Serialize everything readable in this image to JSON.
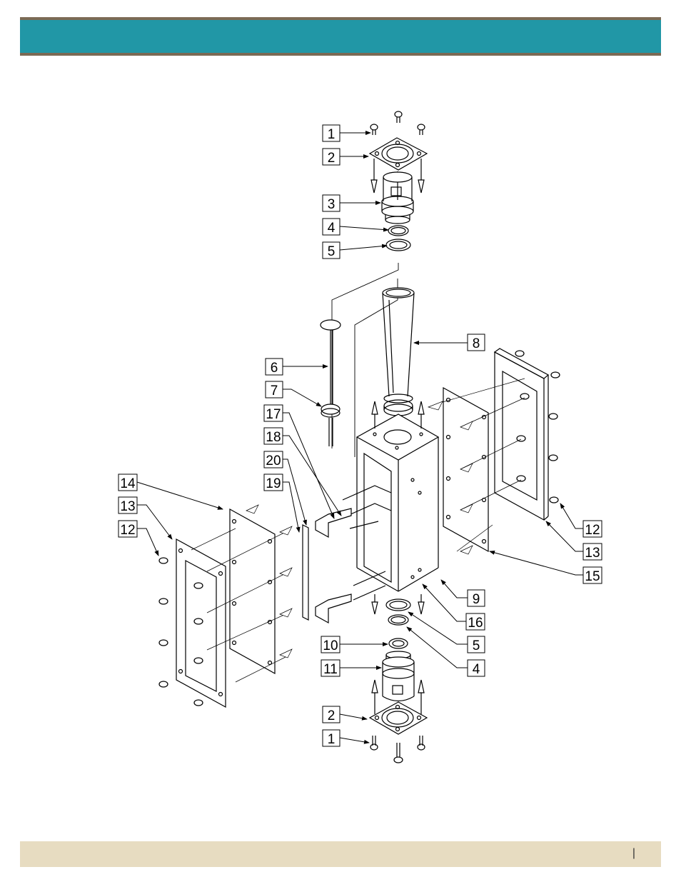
{
  "header": {
    "color": "#2197a6",
    "border_color": "#7b6a55"
  },
  "footer": {
    "color": "#e7dcc1",
    "mark": "|"
  },
  "callouts": {
    "c1_top": "1",
    "c2_top": "2",
    "c3": "3",
    "c4_top": "4",
    "c5_top": "5",
    "c6": "6",
    "c7": "7",
    "c8": "8",
    "c17": "17",
    "c18": "18",
    "c20": "20",
    "c19": "19",
    "c14": "14",
    "c13_left": "13",
    "c12_left": "12",
    "c12_right": "12",
    "c13_right": "13",
    "c15": "15",
    "c9": "9",
    "c16": "16",
    "c5_bottom": "5",
    "c4_bottom": "4",
    "c10": "10",
    "c11": "11",
    "c2_bottom": "2",
    "c1_bottom": "1"
  }
}
